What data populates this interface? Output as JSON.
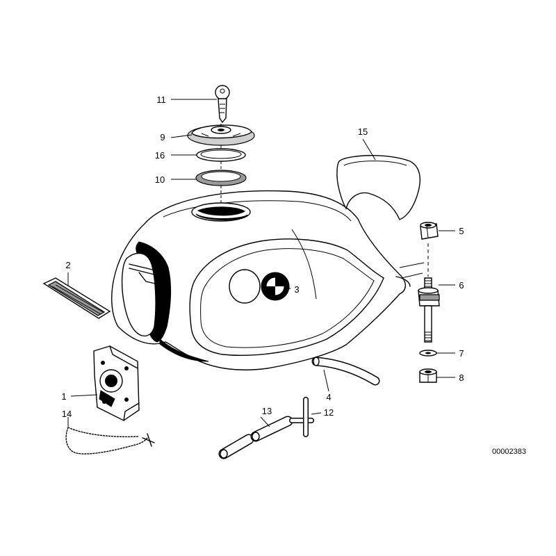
{
  "diagram": {
    "reference_number": "00002383",
    "callouts": {
      "c1": "1",
      "c2": "2",
      "c3": "3",
      "c4": "4",
      "c5": "5",
      "c6": "6",
      "c7": "7",
      "c8": "8",
      "c9": "9",
      "c10": "10",
      "c11": "11",
      "c12": "12",
      "c13": "13",
      "c14": "14",
      "c15": "15",
      "c16": "16"
    }
  }
}
